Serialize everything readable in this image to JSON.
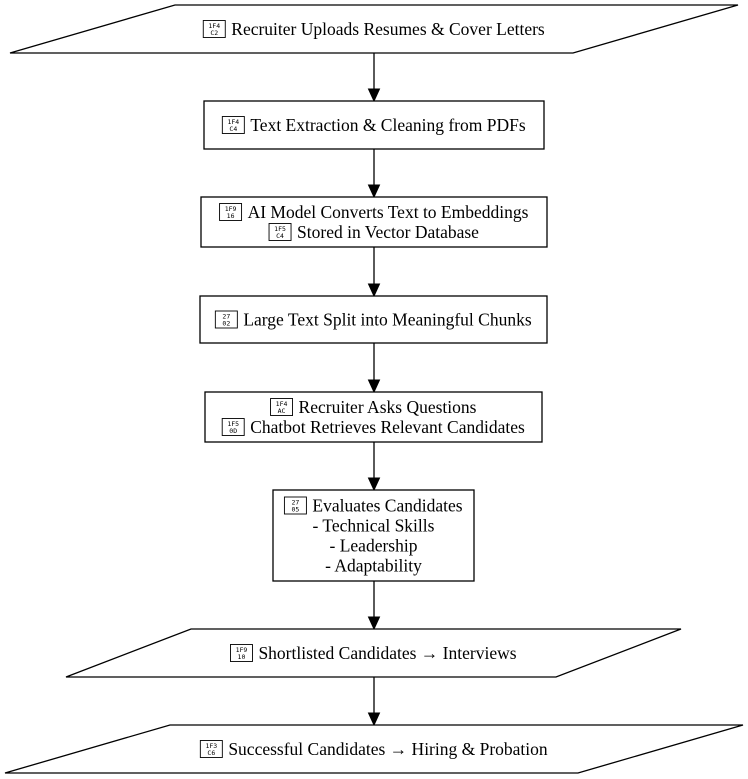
{
  "flowchart": {
    "nodes": [
      {
        "id": "upload",
        "shape": "parallelogram",
        "lines": [
          {
            "icon": "1F4C2",
            "icon_name": "open-folder-icon",
            "text": "Recruiter Uploads Resumes & Cover Letters"
          }
        ]
      },
      {
        "id": "extract",
        "shape": "rect",
        "lines": [
          {
            "icon": "1F4C4",
            "icon_name": "page-document-icon",
            "text": "Text Extraction & Cleaning from PDFs"
          }
        ]
      },
      {
        "id": "embed",
        "shape": "rect",
        "lines": [
          {
            "icon": "1F916",
            "icon_name": "robot-icon",
            "text": "AI Model Converts Text to Embeddings"
          },
          {
            "icon": "1F5C4",
            "icon_name": "file-cabinet-icon",
            "text": "Stored in Vector Database"
          }
        ]
      },
      {
        "id": "split",
        "shape": "rect",
        "lines": [
          {
            "icon": "2702",
            "icon_name": "scissors-icon",
            "text": "Large Text Split into Meaningful Chunks"
          }
        ]
      },
      {
        "id": "ask",
        "shape": "rect",
        "lines": [
          {
            "icon": "1F4AC",
            "icon_name": "speech-bubble-icon",
            "text": "Recruiter Asks Questions"
          },
          {
            "icon": "1F50D",
            "icon_name": "magnifier-icon",
            "text": "Chatbot Retrieves Relevant Candidates"
          }
        ]
      },
      {
        "id": "evaluate",
        "shape": "rect",
        "lines": [
          {
            "icon": "2705",
            "icon_name": "check-mark-icon",
            "text": "Evaluates Candidates"
          },
          {
            "icon": "",
            "icon_name": "",
            "text": "- Technical Skills"
          },
          {
            "icon": "",
            "icon_name": "",
            "text": "- Leadership"
          },
          {
            "icon": "",
            "icon_name": "",
            "text": "- Adaptability"
          }
        ]
      },
      {
        "id": "shortlist",
        "shape": "parallelogram",
        "lines": [
          {
            "icon": "1F910",
            "icon_name": "zipper-mouth-icon",
            "text": "Shortlisted Candidates → Interviews"
          }
        ]
      },
      {
        "id": "hire",
        "shape": "parallelogram",
        "lines": [
          {
            "icon": "1F3C6",
            "icon_name": "trophy-icon",
            "text": "Successful Candidates → Hiring & Probation"
          }
        ]
      }
    ],
    "edges": [
      {
        "from": "upload",
        "to": "extract"
      },
      {
        "from": "extract",
        "to": "embed"
      },
      {
        "from": "embed",
        "to": "split"
      },
      {
        "from": "split",
        "to": "ask"
      },
      {
        "from": "ask",
        "to": "evaluate"
      },
      {
        "from": "evaluate",
        "to": "shortlist"
      },
      {
        "from": "shortlist",
        "to": "hire"
      }
    ]
  }
}
